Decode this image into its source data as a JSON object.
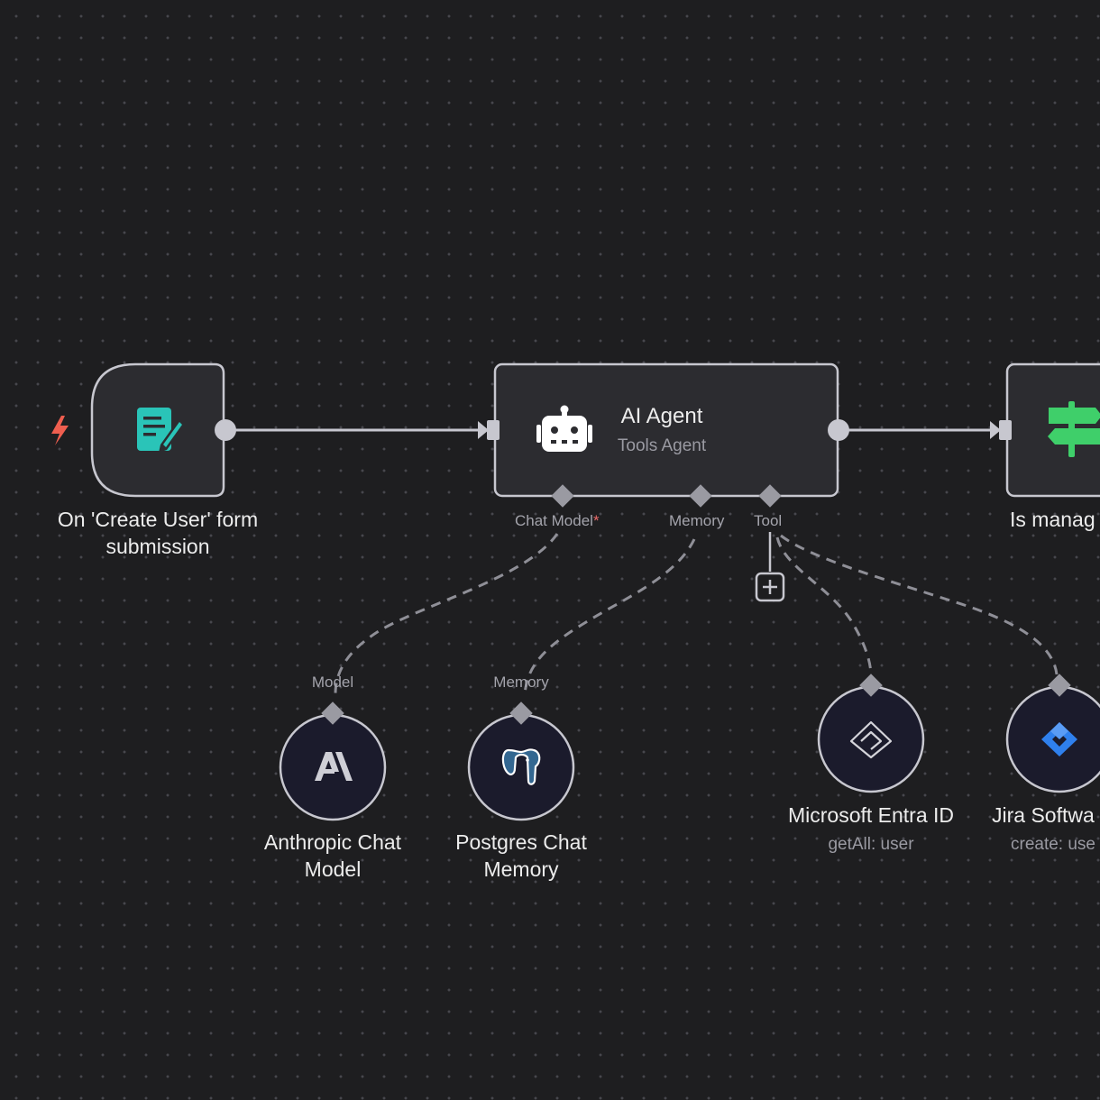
{
  "canvas": {
    "background": "#1e1e20",
    "node_fill": "#2c2c30",
    "node_border": "#c7c7cf",
    "subnode_fill": "#1b1b2c",
    "connector_color": "#c7c7cf",
    "dashed_color": "#8f8f97"
  },
  "trigger": {
    "icon": "lightning-bolt-icon",
    "icon_color": "#ef5e4f"
  },
  "form_node": {
    "label": "On 'Create User' form submission",
    "icon": "form-pencil-icon",
    "icon_color": "#2ac4b8"
  },
  "agent_node": {
    "title": "AI Agent",
    "subtitle": "Tools Agent",
    "icon": "robot-icon",
    "ports": {
      "chat_model": "Chat Model",
      "required_mark": "*",
      "memory": "Memory",
      "tool": "Tool"
    },
    "add_tool_icon": "plus-icon"
  },
  "if_node": {
    "label": "Is manag",
    "icon": "signpost-icon",
    "icon_color": "#3fcf6a"
  },
  "subnodes": [
    {
      "id": "anthropic",
      "port_label": "Model",
      "label": "Anthropic Chat Model",
      "subtitle": "",
      "icon": "anthropic-logo-icon"
    },
    {
      "id": "postgres",
      "port_label": "Memory",
      "label": "Postgres Chat Memory",
      "subtitle": "",
      "icon": "postgres-elephant-icon"
    },
    {
      "id": "entra",
      "port_label": "",
      "label": "Microsoft Entra ID",
      "subtitle": "getAll: user",
      "icon": "entra-diamond-icon"
    },
    {
      "id": "jira",
      "port_label": "",
      "label": "Jira Softwa",
      "subtitle": "create: use",
      "icon": "jira-logo-icon",
      "icon_color": "#2f80ed"
    }
  ]
}
